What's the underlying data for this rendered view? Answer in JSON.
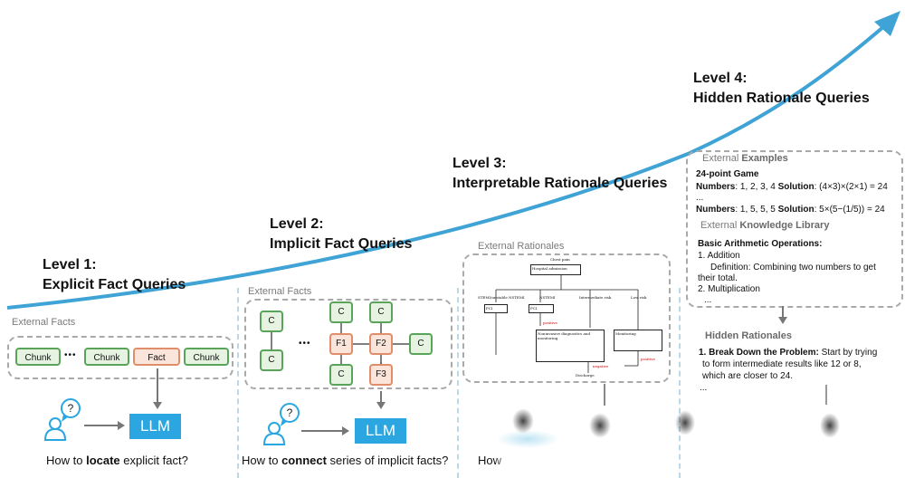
{
  "levels": [
    {
      "line1": "Level 1:",
      "line2": "Explicit Fact Queries"
    },
    {
      "line1": "Level 2:",
      "line2": "Implicit Fact Queries"
    },
    {
      "line1": "Level 3:",
      "line2": "Interpretable Rationale Queries"
    },
    {
      "line1": "Level 4:",
      "line2": "Hidden Rationale Queries"
    }
  ],
  "panel1": {
    "label": "External Facts",
    "chunk": "Chunk",
    "fact": "Fact",
    "ellipsis": "•••",
    "llm": "LLM",
    "question_pre": "How to ",
    "question_bold": "locate",
    "question_post": " explicit fact?"
  },
  "panel2": {
    "label": "External Facts",
    "node_c": "C",
    "f1": "F1",
    "f2": "F2",
    "f3": "F3",
    "ellipsis": "•••",
    "llm": "LLM",
    "question_pre": "How to ",
    "question_bold": "connect",
    "question_post": " series of implicit facts?"
  },
  "panel3": {
    "label": "External Rationales",
    "question_partial": "How"
  },
  "panel4": {
    "examples_label_pre": "External ",
    "examples_label_bold": "Examples",
    "game_title": "24-point Game",
    "num_label": "Numbers",
    "sol_label": "Solution",
    "ex1_numbers": ": 1, 2, 3, 4 ",
    "ex1_solution": ": (4×3)×(2×1) = 24",
    "ellipsis": "...",
    "ex2_numbers": ": 1, 5, 5, 5 ",
    "ex2_solution": ": 5×(5−(1/5)) = 24",
    "library_label_pre": "External ",
    "library_label_bold": "Knowledge Library",
    "ops_title": "Basic Arithmetic Operations:",
    "op1": "1. Addition",
    "op1_def1": "Definition: Combining two numbers to get",
    "op1_def2": "their total.",
    "op2": "2. Multiplication",
    "ellipsis2": "...",
    "hidden_title": "Hidden Rationales",
    "step_bold": "1. Break Down the Problem:",
    "step_text1": " Start by trying",
    "step_text2": "to form intermediate results like 12 or 8,",
    "step_text3": "which are closer to 24.",
    "ellipsis3": "..."
  },
  "flowchart": {
    "title": "Chest pain",
    "box1": "Hospital admission",
    "box2": "STEMI/unstable NSTEMI",
    "box3": "NSTEMI",
    "box4": "Intermediate risk",
    "box5": "Low risk",
    "box6": "PCI",
    "box7": "PCI",
    "box8": "Noninvasive diagnostics and monitoring",
    "box9": "Monitoring",
    "box10": "Discharge",
    "pos": "positive",
    "neg": "negative"
  },
  "colors": {
    "arrow": "#3fa3d6",
    "llm": "#2ba6e0",
    "green": "#5aa35a",
    "orange": "#e08d6a"
  }
}
